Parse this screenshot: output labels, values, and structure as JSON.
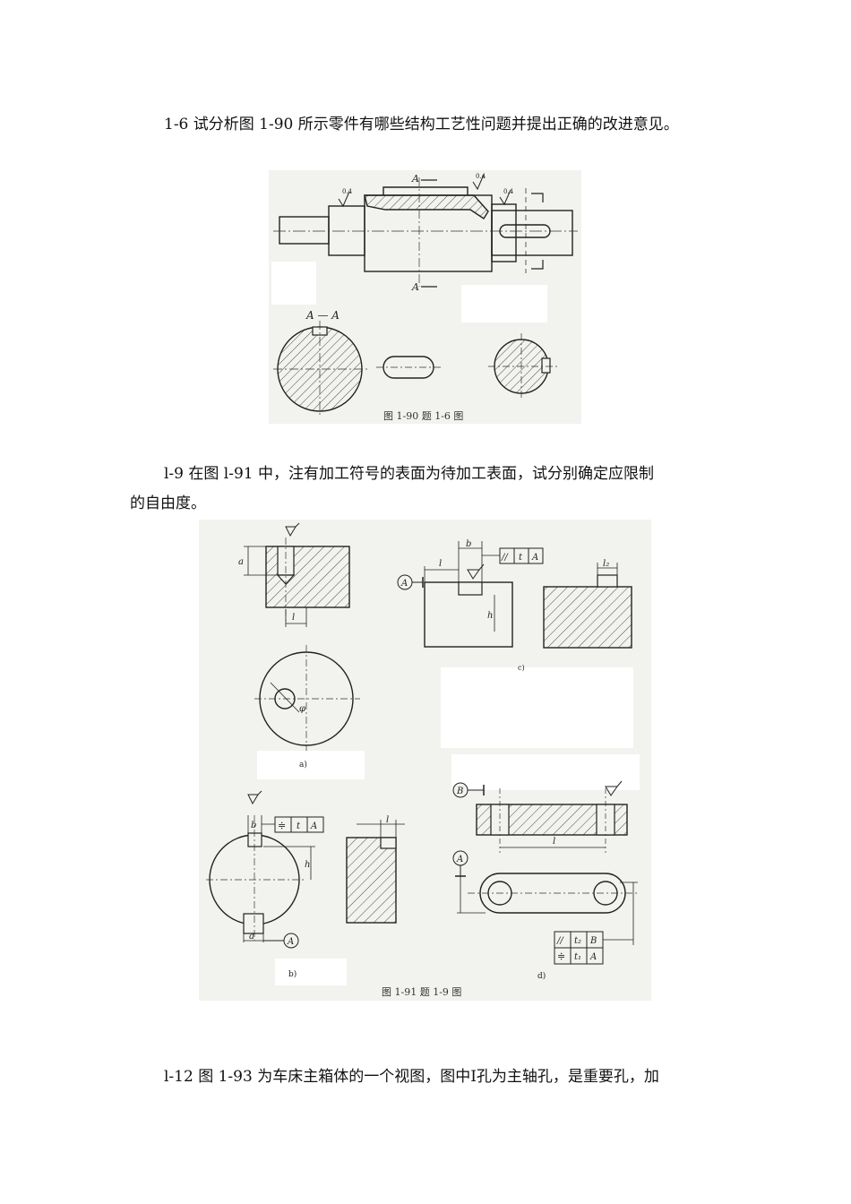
{
  "paragraphs": {
    "q1_6": "1-6 试分析图 1-90 所示零件有哪些结构工艺性问题并提出正确的改进意见。",
    "q1_9_line1": "l-9  在图 l-91 中，注有加工符号的表面为待加工表面，试分别确定应限制",
    "q1_9_line2": "的自由度。",
    "q1_12": "l-12 图 1-93 为车床主箱体的一个视图，图中Ⅰ孔为主轴孔，是重要孔，加"
  },
  "figure_1_90": {
    "caption": "图 1-90    题 1-6 图",
    "section_label": "A — A",
    "section_marker": "A",
    "roughness": "0.4"
  },
  "figure_1_91": {
    "caption": "图 1-91    题 1-9 图",
    "sub_labels": [
      "a)",
      "b)",
      "c)",
      "d)"
    ],
    "dims": {
      "a": "a",
      "l": "l",
      "b": "b",
      "h": "h",
      "phi": "φ",
      "l2": "l₂",
      "t": "t",
      "t1": "t₁",
      "t2": "t₂"
    },
    "datums": {
      "A": "A",
      "B": "B"
    },
    "tolerance_symbols": {
      "parallel": "//",
      "symmetry": "≑"
    }
  }
}
